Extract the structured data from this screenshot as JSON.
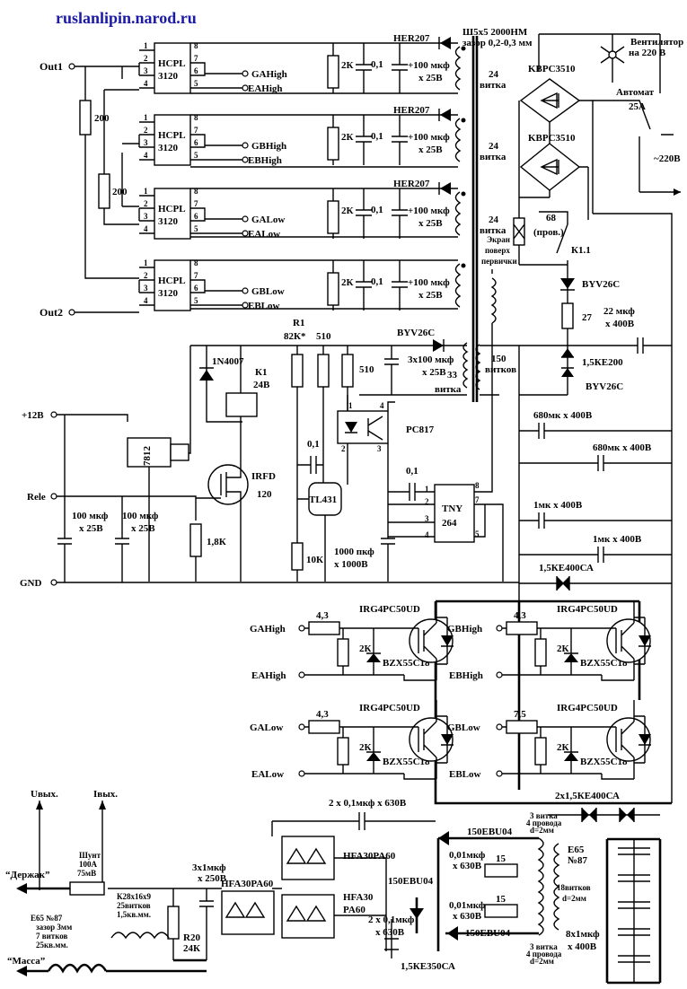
{
  "site": "ruslanlipin.narod.ru",
  "terminals": {
    "out1": "Out1",
    "out2": "Out2",
    "v12": "+12В",
    "rele": "Rele",
    "gnd": "GND",
    "uout": "Uвых.",
    "iout": "Iвых.",
    "holder": "“Держак”",
    "mass": "“Масса”"
  },
  "drivers": [
    {
      "chip": "HCPL",
      "num": "3120",
      "pins": [
        "1",
        "2",
        "3",
        "4",
        "8",
        "7",
        "6",
        "5"
      ],
      "hi": "GAHigh",
      "lo": "EAHigh"
    },
    {
      "chip": "HCPL",
      "num": "3120",
      "pins": [
        "1",
        "2",
        "3",
        "4",
        "8",
        "7",
        "6",
        "5"
      ],
      "hi": "GBHigh",
      "lo": "EBHigh"
    },
    {
      "chip": "HCPL",
      "num": "3120",
      "pins": [
        "1",
        "2",
        "3",
        "4",
        "8",
        "7",
        "6",
        "5"
      ],
      "hi": "GALow",
      "lo": "EALow"
    },
    {
      "chip": "HCPL",
      "num": "3120",
      "pins": [
        "1",
        "2",
        "3",
        "4",
        "8",
        "7",
        "6",
        "5"
      ],
      "hi": "GBLow",
      "lo": "EBLow"
    }
  ],
  "input_resistors": [
    "200",
    "200"
  ],
  "rectifier_rows": [
    {
      "diode": "HER207",
      "r": "2К",
      "c": "0,1",
      "ce1": "+100 мкф",
      "ce2": "х 25В",
      "turns": "24",
      "turns2": "витка"
    },
    {
      "diode": "HER207",
      "r": "2К",
      "c": "0,1",
      "ce1": "+100 мкф",
      "ce2": "х 25В",
      "turns": "24",
      "turns2": "витка"
    },
    {
      "diode": "HER207",
      "r": "2К",
      "c": "0,1",
      "ce1": "+100 мкф",
      "ce2": "х 25В",
      "turns": "24",
      "turns2": "витка"
    },
    {
      "diode": "",
      "r": "2К",
      "c": "0,1",
      "ce1": "+100 мкф",
      "ce2": "х 25В",
      "turns": "",
      "turns2": ""
    }
  ],
  "core": {
    "l1": "Ш5х5 2000НМ",
    "l2": "зазор 0,2-0,3 мм"
  },
  "fan": {
    "l1": "Вентилятор",
    "l2": "на 220 В"
  },
  "bridges": [
    "KBPC3510",
    "KBPC3510"
  ],
  "breaker": {
    "l1": "Автомат",
    "l2": "25А"
  },
  "mains": "~220В",
  "ptc": {
    "l1": "68",
    "l2": "(пров.)"
  },
  "k11": "К1.1",
  "screen": {
    "l1": "Экран",
    "l2": "поверх",
    "l3": "первички"
  },
  "primary": {
    "l1": "150",
    "l2": "витков"
  },
  "aux_winding": {
    "l1": "33",
    "l2": "витка"
  },
  "byv1": "BYV26C",
  "c27": "27",
  "cap22": {
    "l1": "22 мкф",
    "l2": "х 400В"
  },
  "tvs200": "1,5КЕ200",
  "byv2": "BYV26C",
  "r1": {
    "name": "R1",
    "val": "82К*",
    "val2": "510"
  },
  "r510b": "510",
  "caux": {
    "l1": "3х100 мкф",
    "l2": "х 25В"
  },
  "d1n4007": "1N4007",
  "k1": {
    "l1": "К1",
    "l2": "24В"
  },
  "pc817": "PC817",
  "optopins": [
    "1",
    "4",
    "2",
    "3"
  ],
  "reg7812": "7812",
  "irfd": {
    "l1": "IRFD",
    "l2": "120"
  },
  "tl431": "TL431",
  "c01a": "0,1",
  "r10k": "10К",
  "c1000": {
    "l1": "1000 пкф",
    "l2": "х 1000В"
  },
  "c01b": "0,1",
  "tny": {
    "l1": "TNY",
    "l2": "264"
  },
  "tnypins": [
    "1",
    "2",
    "3",
    "4",
    "8",
    "7",
    "5"
  ],
  "r18k": "1,8К",
  "cin1": {
    "l1": "100 мкф",
    "l2": "х 25В"
  },
  "cin2": {
    "l1": "100 мкф",
    "l2": "х 25В"
  },
  "bulk": [
    {
      "l": "680мк х 400В"
    },
    {
      "l": "680мк х 400В"
    },
    {
      "l": "1мк х 400В"
    },
    {
      "l": "1мк х 400В"
    }
  ],
  "tvs400": "1,5КЕ400СА",
  "igbts": [
    {
      "gate": "GAHigh",
      "emit": "EAHigh",
      "rg": "4,3",
      "rge": "2К",
      "z": "BZX55C18",
      "name": "IRG4PC50UD"
    },
    {
      "gate": "GBHigh",
      "emit": "EBHigh",
      "rg": "4,3",
      "rge": "2К",
      "z": "BZX55C18",
      "name": "IRG4PC50UD"
    },
    {
      "gate": "GALow",
      "emit": "EALow",
      "rg": "4,3",
      "rge": "2К",
      "z": "BZX55C18",
      "name": "IRG4PC50UD"
    },
    {
      "gate": "GBLow",
      "emit": "EBLow",
      "rg": "7,5",
      "rge": "2К",
      "z": "BZX55C18",
      "name": "IRG4PC50UD"
    }
  ],
  "tvs400x2": "2х1,5КЕ400СА",
  "output": {
    "c630": "2 х 0,1мкф х 630В",
    "hfa1": "HFA30PA60",
    "hfa2": "HFA30PA60",
    "hfa3": {
      "l1": "HFA30",
      "l2": "PA60"
    },
    "c250": {
      "l1": "3х1мкф",
      "l2": "х 250В"
    },
    "r20": {
      "l1": "R20",
      "l2": "24К"
    },
    "c630b": {
      "l1": "2 х 0,1мкф",
      "l2": "х 630В"
    },
    "ebu1": "150EBU04",
    "ebu2": "150EBU04",
    "ebu3": "150EBU04",
    "snub1": {
      "l1": "0,01мкф",
      "l2": "х 630В",
      "r": "15"
    },
    "snub2": {
      "l1": "0,01мкф",
      "l2": "х 630В",
      "r": "15"
    },
    "tvs350": "1,5КЕ350СА",
    "sec_top": {
      "l1": "3 витка",
      "l2": "4 провода",
      "l3": "d=2мм"
    },
    "sec_bot": {
      "l1": "3 витка",
      "l2": "4 провода",
      "l3": "d=2мм"
    },
    "core2": {
      "l1": "E65",
      "l2": "№87",
      "l3": "18витков",
      "l4": "d=2мм"
    },
    "ccap": {
      "l1": "8х1мкф",
      "l2": "х 400В"
    },
    "shunt": {
      "l1": "Шунт",
      "l2": "100А",
      "l3": "75мВ"
    },
    "choke1": {
      "l1": "К28х16х9",
      "l2": "25витков",
      "l3": "1,5кв.мм."
    },
    "choke2": {
      "l1": "E65 №87",
      "l2": "зазор 3мм",
      "l3": "7 витков",
      "l4": "25кв.мм."
    }
  }
}
